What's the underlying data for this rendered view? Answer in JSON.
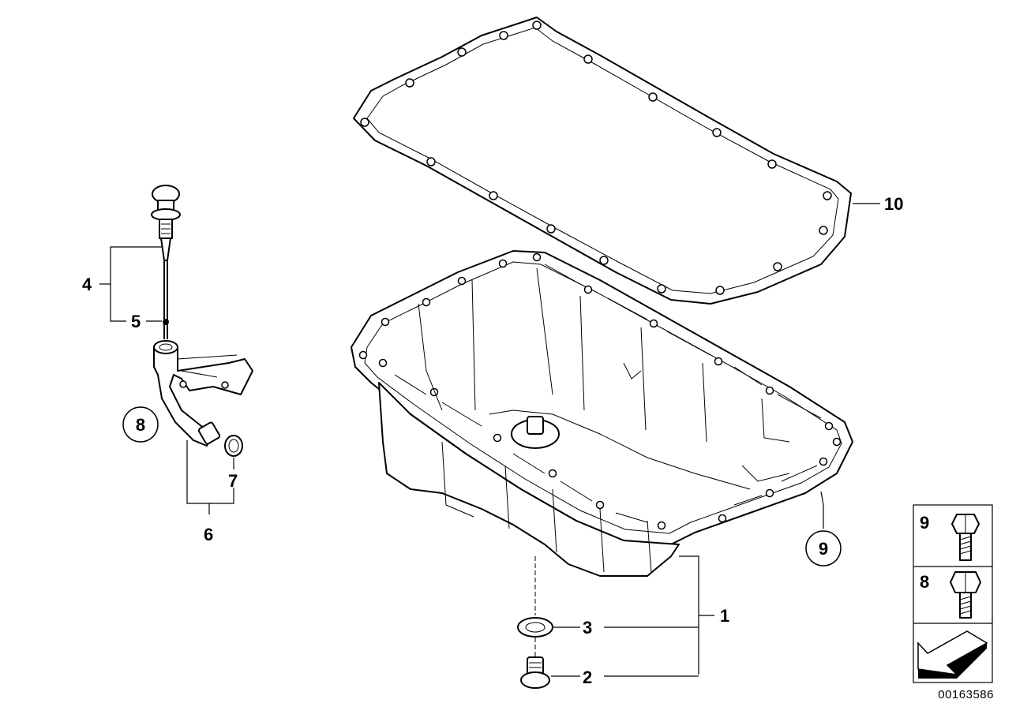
{
  "diagram": {
    "callouts": [
      {
        "id": "1",
        "text": "1"
      },
      {
        "id": "2",
        "text": "2"
      },
      {
        "id": "3",
        "text": "3"
      },
      {
        "id": "4",
        "text": "4"
      },
      {
        "id": "5",
        "text": "5"
      },
      {
        "id": "6",
        "text": "6"
      },
      {
        "id": "7",
        "text": "7"
      },
      {
        "id": "8",
        "text": "8"
      },
      {
        "id": "9",
        "text": "9"
      },
      {
        "id": "10",
        "text": "10"
      }
    ],
    "legend": {
      "rows": [
        {
          "text": "9"
        },
        {
          "text": "8"
        }
      ]
    },
    "reference_number": "00163586"
  }
}
